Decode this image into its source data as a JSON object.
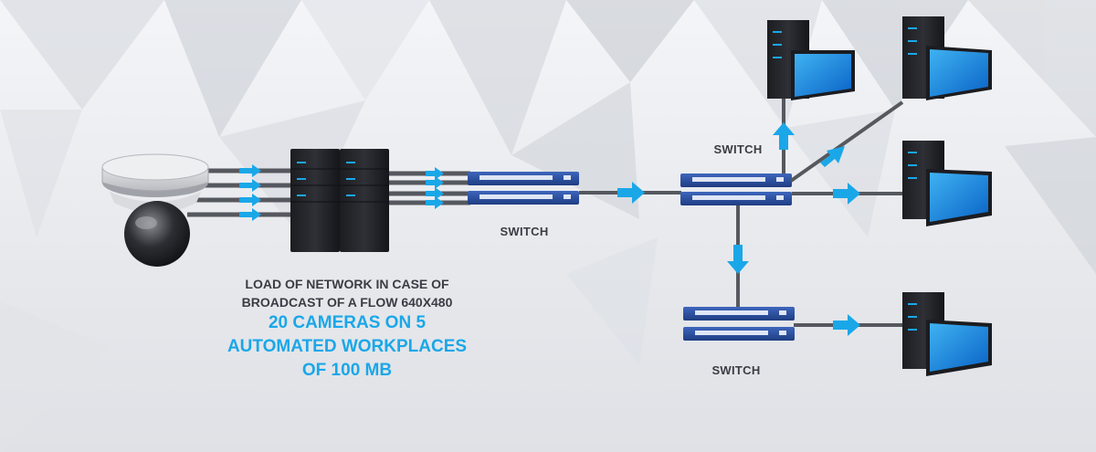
{
  "labels": {
    "switch_1": "SWITCH",
    "switch_2": "SWITCH",
    "switch_3": "SWITCH"
  },
  "caption": {
    "line1": "LOAD OF  NETWORK IN CASE OF",
    "line2": "BROADCAST OF A FLOW 640X480",
    "highlight_line1": "20 CAMERAS ON 5",
    "highlight_line2": "AUTOMATED WORKPLACES",
    "highlight_line3": "OF 100 MB"
  },
  "colors": {
    "arrow": "#1aa7e8",
    "switch": "#2b4f9e",
    "highlight_text": "#1aa7e8",
    "body_text": "#3a3d44"
  },
  "icons": [
    "dome-camera-icon",
    "server-icon",
    "network-switch-icon",
    "workstation-icon",
    "arrow-icon"
  ]
}
